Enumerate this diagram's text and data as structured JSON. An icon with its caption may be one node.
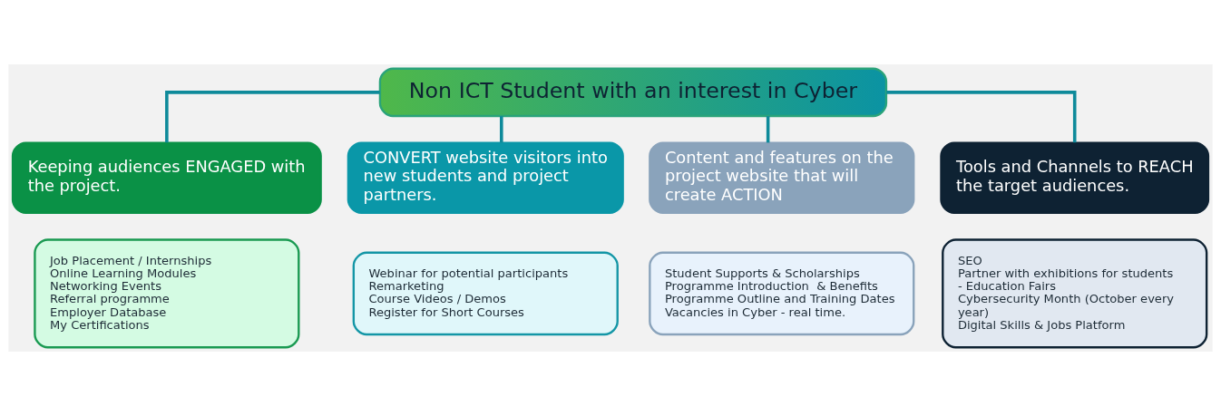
{
  "diagram": {
    "nodes": [
      {
        "text": [
          "Non ICT Student with an interest in Cyber"
        ]
      },
      {
        "text": [
          "Keeping audiences ENGAGED with the project."
        ]
      },
      {
        "text": [
          "CONVERT website visitors into new students and project partners."
        ]
      },
      {
        "text": [
          "Content and features on the project website that will create ACTION"
        ]
      },
      {
        "text": [
          "Tools and Channels to REACH the target audiences."
        ]
      },
      {
        "text": [
          "Job Placement / Internships",
          "Online Learning Modules",
          "Networking Events",
          "Referral programme",
          "Employer Database",
          "My Certifications"
        ]
      },
      {
        "text": [
          "Webinar for potential participants",
          "Remarketing",
          "Course Videos / Demos",
          "Register for Short Courses"
        ]
      },
      {
        "text": [
          "Student Supports & Scholarships",
          "Programme Introduction  & Benefits",
          "Programme Outline and Training Dates",
          "Vacancies in Cyber - real time."
        ]
      },
      {
        "text": [
          "SEO",
          "Partner with exhibitions for students - Education Fairs",
          "Cybersecurity Month (October every year)",
          "Digital Skills & Jobs Platform"
        ]
      }
    ],
    "edges": [
      {
        "from": 0,
        "to": 1,
        "arrow": "none"
      },
      {
        "from": 0,
        "to": 2,
        "arrow": "none"
      },
      {
        "from": 0,
        "to": 3,
        "arrow": "none"
      },
      {
        "from": 0,
        "to": 4,
        "arrow": "none"
      }
    ]
  }
}
